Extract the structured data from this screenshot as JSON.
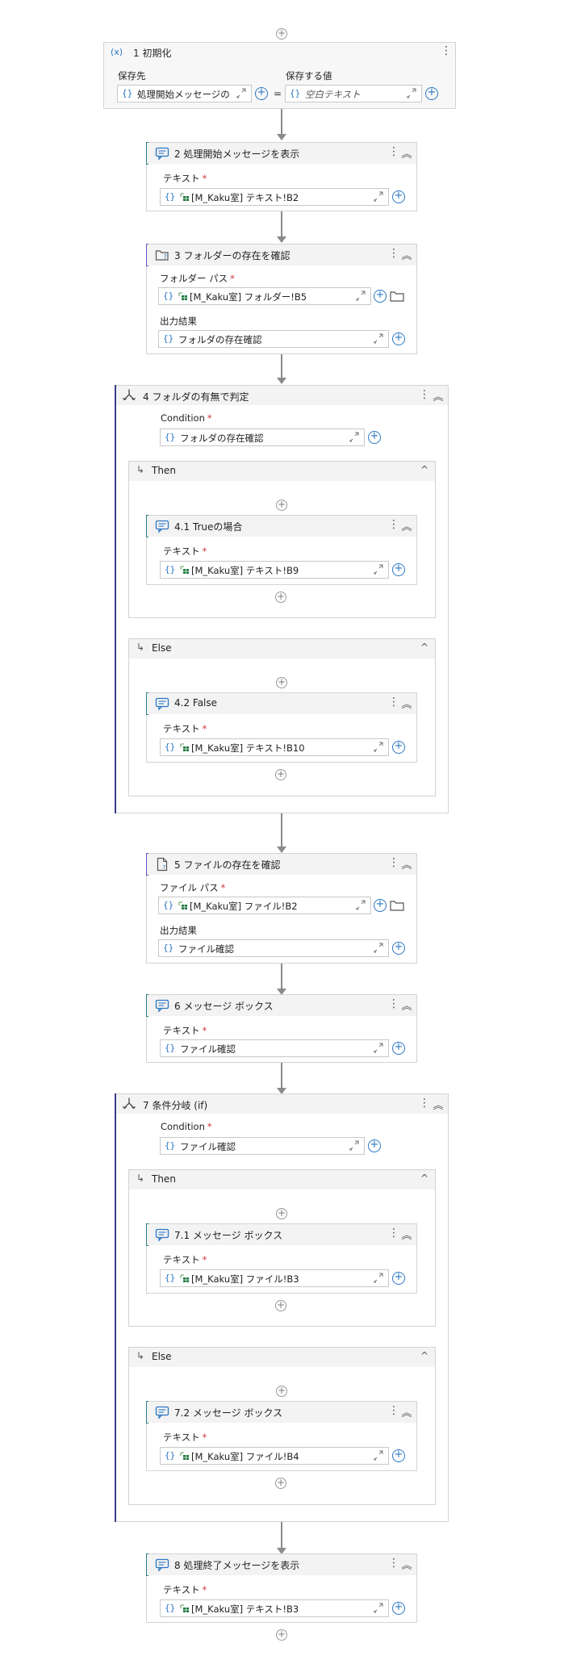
{
  "icons": {
    "variable": "variable-x-icon",
    "message": "message-bubble-icon",
    "folder_exists": "folder-question-icon",
    "file_exists": "file-question-icon",
    "if": "branch-split-icon",
    "expression": "curly-braces-icon",
    "table_ref": "excel-table-reference-icon",
    "expand": "expand-arrow-icon",
    "add": "plus-circle-icon",
    "browse": "browse-folder-icon",
    "menu": "vertical-ellipsis-icon",
    "collapse": "double-chevron-up-icon",
    "branch_arrow": "return-arrow-icon",
    "chevron": "chevron-up-icon"
  },
  "colors": {
    "accent": "#2b77c5",
    "required": "#d13438",
    "if_bar": "#3b3b8a"
  },
  "symbols": {
    "brace": "{}",
    "menu": "⋮",
    "collapse": "︽",
    "plus": "+",
    "equals": "=",
    "branch_arrow": "↳",
    "chevron": "^",
    "x_var": "(x)"
  },
  "activity1": {
    "title": "1 初期化",
    "save_to_label": "保存先",
    "save_to_value": "処理開始メッセージの{…",
    "value_label": "保存する値",
    "value_value": "空白テキスト"
  },
  "activity2": {
    "title": "2 処理開始メッセージを表示",
    "text_label": "テキスト",
    "text_value": "[M_Kaku室] テキスト!B2"
  },
  "activity3": {
    "title": "3 フォルダーの存在を確認",
    "path_label": "フォルダー パス",
    "path_value": "[M_Kaku室] フォルダー!B5",
    "output_label": "出力結果",
    "output_value": "フォルダの存在確認"
  },
  "activity4": {
    "title": "4 フォルダの有無で判定",
    "condition_label": "Condition",
    "condition_value": "フォルダの存在確認",
    "then_label": "Then",
    "else_label": "Else",
    "then_activity": {
      "title": "4.1 Trueの場合",
      "text_label": "テキスト",
      "text_value": "[M_Kaku室] テキスト!B9"
    },
    "else_activity": {
      "title": "4.2 False",
      "text_label": "テキスト",
      "text_value": "[M_Kaku室] テキスト!B10"
    }
  },
  "activity5": {
    "title": "5 ファイルの存在を確認",
    "path_label": "ファイル パス",
    "path_value": "[M_Kaku室] ファイル!B2",
    "output_label": "出力結果",
    "output_value": "ファイル確認"
  },
  "activity6": {
    "title": "6 メッセージ ボックス",
    "text_label": "テキスト",
    "text_value": "ファイル確認"
  },
  "activity7": {
    "title": "7 条件分岐 (if)",
    "condition_label": "Condition",
    "condition_value": "ファイル確認",
    "then_label": "Then",
    "else_label": "Else",
    "then_activity": {
      "title": "7.1 メッセージ ボックス",
      "text_label": "テキスト",
      "text_value": "[M_Kaku室] ファイル!B3"
    },
    "else_activity": {
      "title": "7.2 メッセージ ボックス",
      "text_label": "テキスト",
      "text_value": "[M_Kaku室] ファイル!B4"
    }
  },
  "activity8": {
    "title": "8 処理終了メッセージを表示",
    "text_label": "テキスト",
    "text_value": "[M_Kaku室] テキスト!B3"
  }
}
